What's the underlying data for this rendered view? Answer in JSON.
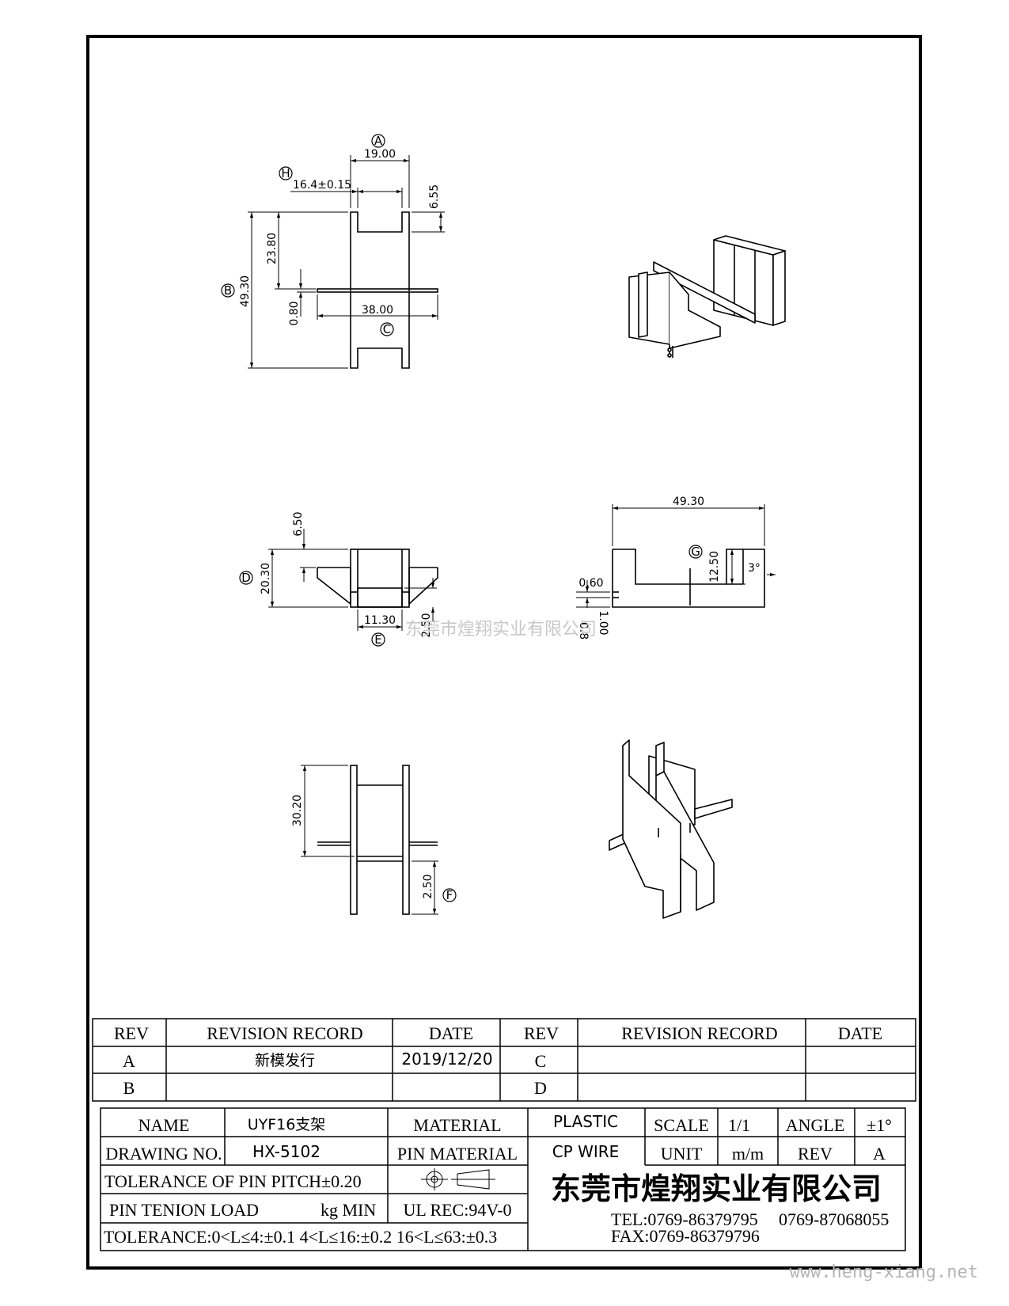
{
  "views": {
    "top": {
      "marker_a": "A",
      "dim_a": "19.00",
      "marker_h": "H",
      "dim_h": "16.4±0.15",
      "dim_655": "6.55",
      "marker_b": "B",
      "dim_b": "49.30",
      "dim_2380": "23.80",
      "dim_080": "0.80",
      "dim_c": "38.00",
      "marker_c": "C"
    },
    "front": {
      "dim_650": "6.50",
      "marker_d": "D",
      "dim_d": "20.30",
      "dim_e": "11.30",
      "marker_e": "E",
      "dim_250": "2.50"
    },
    "side": {
      "dim_width": "49.30",
      "marker_g": "G",
      "dim_g": "12.50",
      "angle": "3°",
      "dim_060": "0.60",
      "dim_100": "1.00",
      "dim_08": "0.8"
    },
    "bottom": {
      "dim_3020": "30.20",
      "dim_250": "2.50",
      "marker_f": "F"
    }
  },
  "watermark_center": "东莞市煌翔实业有限公司",
  "revision_table": {
    "headers": [
      "REV",
      "REVISION RECORD",
      "DATE",
      "REV",
      "REVISION RECORD",
      "DATE"
    ],
    "rows": [
      [
        "A",
        "新模发行",
        "2019/12/20",
        "C",
        "",
        ""
      ],
      [
        "B",
        "",
        "",
        "D",
        "",
        ""
      ]
    ]
  },
  "title_block": {
    "name_label": "NAME",
    "name_value": "UYF16支架",
    "material_label": "MATERIAL",
    "material_value": "PLASTIC",
    "scale_label": "SCALE",
    "scale_value": "1/1",
    "angle_label": "ANGLE",
    "angle_value": "±1°",
    "drawing_no_label": "DRAWING NO.",
    "drawing_no_value": "HX-5102",
    "pin_material_label": "PIN MATERIAL",
    "pin_material_value": "CP WIRE",
    "unit_label": "UNIT",
    "unit_value": "m/m",
    "rev_label": "REV",
    "rev_value": "A",
    "pin_pitch_tolerance": "TOLERANCE OF PIN PITCH±0.20",
    "pin_tension": "PIN TENION LOAD",
    "pin_tension_unit": "kg MIN",
    "ul_rec": "UL REC:94V-0",
    "tolerance": "TOLERANCE:0<L≤4:±0.1  4<L≤16:±0.2  16<L≤63:±0.3",
    "company": "东莞市煌翔实业有限公司",
    "tel": "TEL:0769-86379795",
    "tel2": "0769-87068055",
    "fax": "FAX:0769-86379796"
  },
  "watermark_url": "www.heng-xiang.net"
}
